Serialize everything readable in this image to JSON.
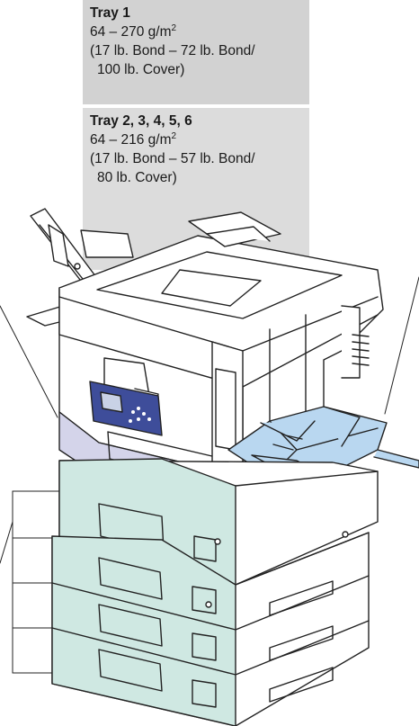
{
  "tray1": {
    "title": "Tray 1",
    "weight_range": "64 – 270 g/m",
    "weight_unit_sup": "2",
    "line2": "(17 lb. Bond – 72 lb. Bond/",
    "line3": "100 lb. Cover)"
  },
  "tray2to6": {
    "title": "Tray 2, 3, 4, 5, 6",
    "weight_range": "64 – 216 g/m",
    "weight_unit_sup": "2",
    "line2": "(17 lb. Bond – 57 lb. Bond/",
    "line3": "80 lb. Cover)"
  },
  "colors": {
    "callout_bg": "#d2d2d2",
    "tray_fill": "#cfe8e2",
    "front_panel_fill": "#d4d4ea",
    "bypass_tray_fill": "#b9d7f0",
    "control_panel_fill": "#3e4d9a",
    "outline": "#222222"
  }
}
